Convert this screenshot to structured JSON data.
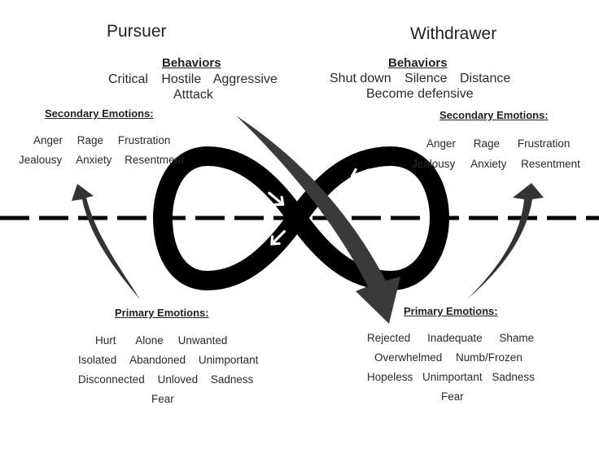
{
  "pursuer": {
    "title": "Pursuer",
    "behaviors": {
      "heading": "Behaviors",
      "rows": [
        [
          "Critical",
          "Hostile",
          "Aggressive"
        ],
        [
          "Atttack"
        ]
      ]
    },
    "secondary_emotions": {
      "heading": "Secondary Emotions:",
      "rows": [
        [
          "Anger",
          "Rage",
          "Frustration"
        ],
        [
          "Jealousy",
          "Anxiety",
          "Resentment"
        ]
      ]
    },
    "primary_emotions": {
      "heading": "Primary Emotions:",
      "rows": [
        [
          "Hurt",
          "Alone",
          "Unwanted"
        ],
        [
          "Isolated",
          "Abandoned",
          "Unimportant"
        ],
        [
          "Disconnected",
          "Unloved",
          "Sadness"
        ],
        [
          "Fear"
        ]
      ]
    }
  },
  "withdrawer": {
    "title": "Withdrawer",
    "behaviors": {
      "heading": "Behaviors",
      "rows": [
        [
          "Shut down",
          "Silence",
          "Distance"
        ],
        [
          "Become defensive"
        ]
      ]
    },
    "secondary_emotions": {
      "heading": "Secondary Emotions:",
      "rows": [
        [
          "Anger",
          "Rage",
          "Frustration"
        ],
        [
          "Jealousy",
          "Anxiety",
          "Resentment"
        ]
      ]
    },
    "primary_emotions": {
      "heading": "Primary Emotions:",
      "rows": [
        [
          "Rejected",
          "Inadequate",
          "Shame"
        ],
        [
          "Overwhelmed",
          "Numb/Frozen"
        ],
        [
          "Hopeless",
          "Unimportant",
          "Sadness"
        ],
        [
          "Fear"
        ]
      ]
    }
  },
  "graphics": {
    "loop_icon": "infinity-cycle",
    "loop_color": "#000000",
    "arrow_color": "#3a3a3a",
    "divider": "dashed-line"
  }
}
